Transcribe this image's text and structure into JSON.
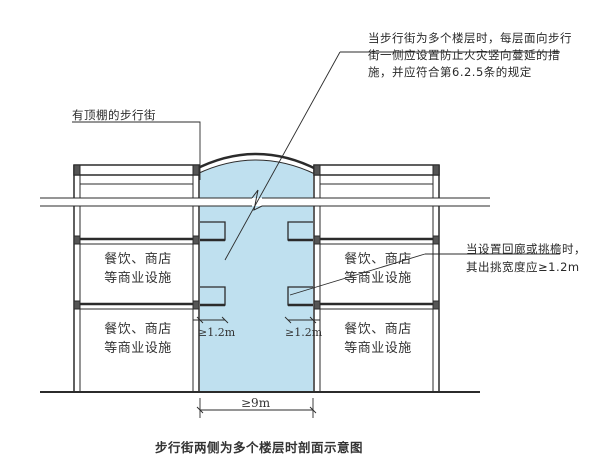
{
  "title": "步行街两侧为多个楼层时剖面示意图",
  "annotations": {
    "fire_spread_note": [
      "当步行街为多个楼层时，每层面向步行",
      "街一侧应设置防止火灾竖向蔓延的措",
      "施，并应符合第6.2.5条的规定"
    ],
    "covered_street_label": "有顶棚的步行街",
    "corridor_note": [
      "当设置回廊或挑檐时，",
      "其出挑宽度应≥1.2m"
    ]
  },
  "rooms": {
    "left_upper": [
      "餐饮、商店",
      "等商业设施"
    ],
    "left_lower": [
      "餐饮、商店",
      "等商业设施"
    ],
    "right_upper": [
      "餐饮、商店",
      "等商业设施"
    ],
    "right_lower": [
      "餐饮、商店",
      "等商业设施"
    ]
  },
  "dimensions": {
    "left_cantilever": "≥1.2m",
    "right_cantilever": "≥1.2m",
    "street_width": "≥9m"
  },
  "colors": {
    "street_fill": "#bfe0ef",
    "line": "#2b2b2b",
    "slab": "#555555"
  }
}
